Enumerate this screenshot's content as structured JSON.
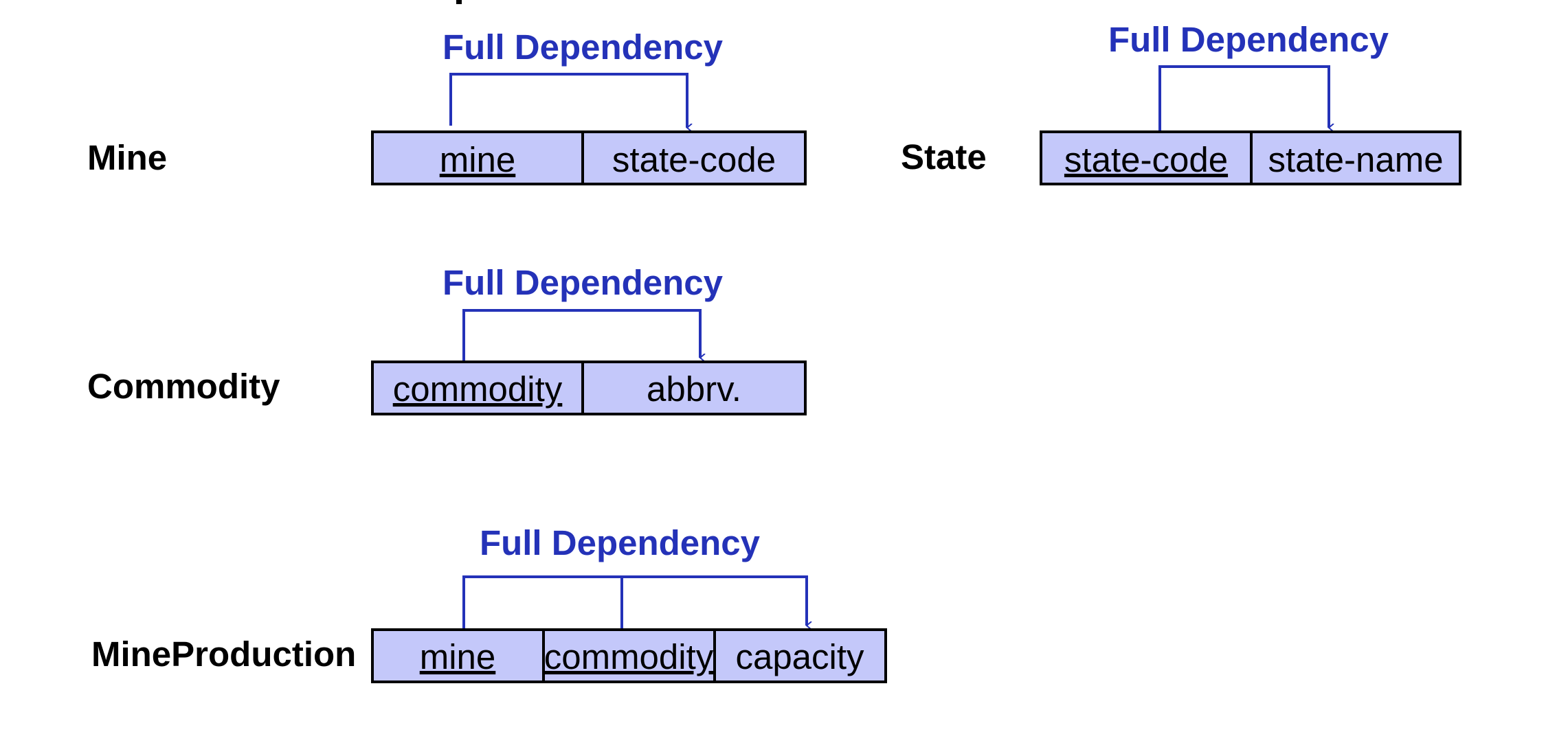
{
  "colors": {
    "accent": "#2432b8",
    "cell_fill": "#c4c8fa",
    "border": "#000000"
  },
  "relations": [
    {
      "name": "Mine",
      "dependency_label": "Full Dependency",
      "attributes": [
        {
          "label": "mine",
          "key": true
        },
        {
          "label": "state-code",
          "key": false
        }
      ]
    },
    {
      "name": "State",
      "dependency_label": "Full Dependency",
      "attributes": [
        {
          "label": "state-code",
          "key": true
        },
        {
          "label": "state-name",
          "key": false
        }
      ]
    },
    {
      "name": "Commodity",
      "dependency_label": "Full Dependency",
      "attributes": [
        {
          "label": "commodity",
          "key": true
        },
        {
          "label": "abbrv.",
          "key": false
        }
      ]
    },
    {
      "name": "MineProduction",
      "dependency_label": "Full Dependency",
      "attributes": [
        {
          "label": "mine",
          "key": true
        },
        {
          "label": "commodity",
          "key": true
        },
        {
          "label": "capacity",
          "key": false
        }
      ]
    }
  ]
}
